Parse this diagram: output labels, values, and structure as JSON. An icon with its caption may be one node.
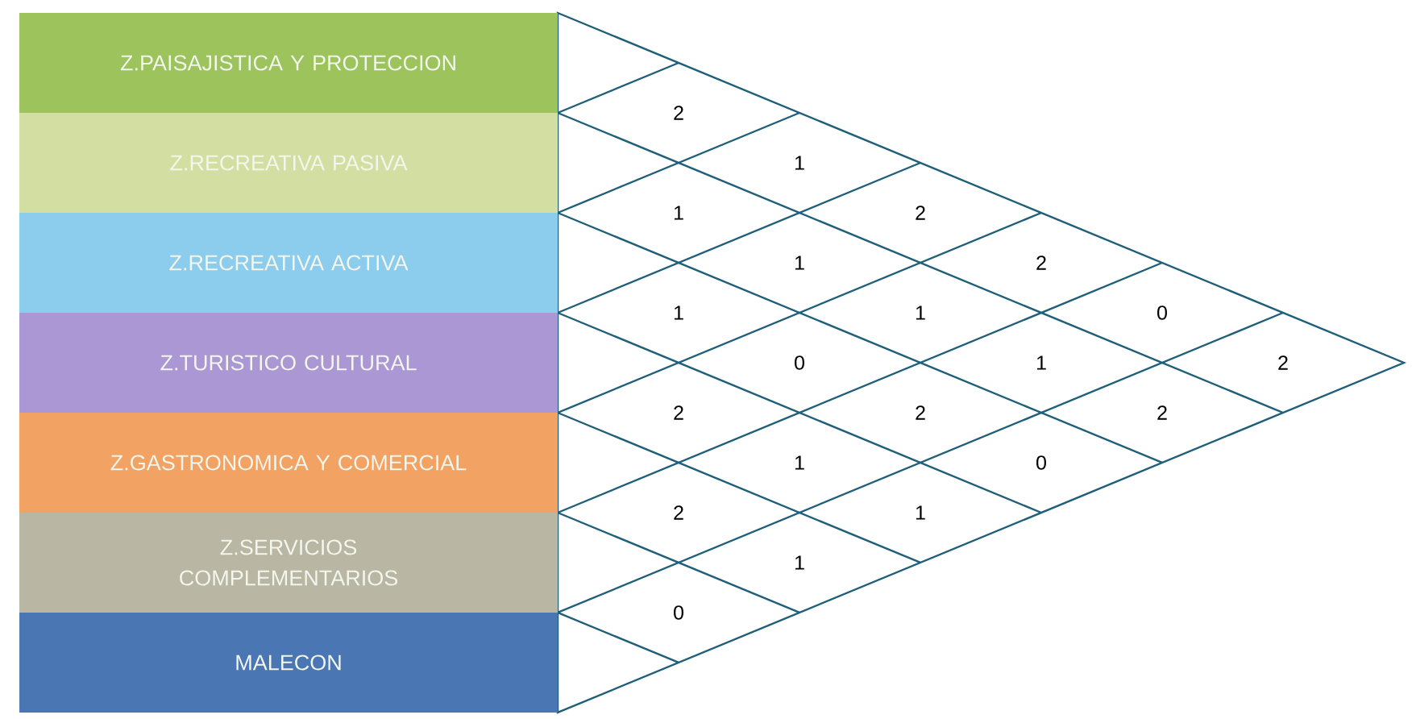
{
  "diagram": {
    "nodes": [
      {
        "text": [
          "Z.PAISAJISTICA Y PROTECCION"
        ]
      },
      {
        "text": [
          "Z.RECREATIVA PASIVA"
        ]
      },
      {
        "text": [
          "Z.RECREATIVA ACTIVA"
        ]
      },
      {
        "text": [
          "Z.TURISTICO CULTURAL"
        ]
      },
      {
        "text": [
          "Z.GASTRONOMICA Y COMERCIAL"
        ]
      },
      {
        "text": [
          "Z.SERVICIOS COMPLEMENTARIOS"
        ]
      },
      {
        "text": [
          "MALECON"
        ]
      }
    ],
    "labels": [
      "2",
      "1",
      "1",
      "2",
      "1",
      "2",
      "1",
      "1",
      "0",
      "0",
      "1",
      "2",
      "2",
      "2",
      "2",
      "1",
      "0",
      "2",
      "1",
      "1",
      "0"
    ]
  }
}
